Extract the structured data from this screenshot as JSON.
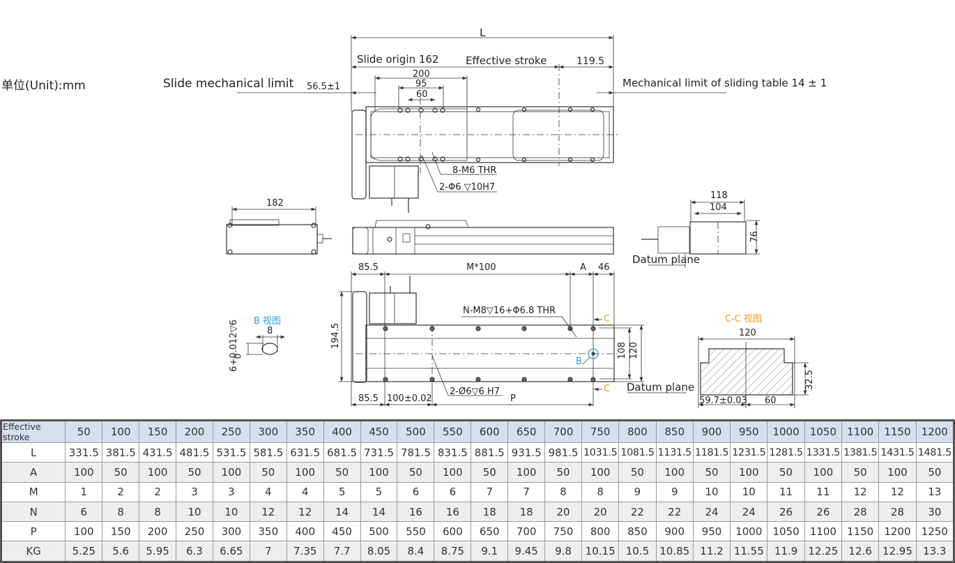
{
  "unit_label": "单位(Unit):mm",
  "top_view": {
    "dim_L": "L",
    "slide_origin": "Slide origin 162",
    "effective_stroke": "Effective stroke",
    "dim_right_end": "119.5",
    "slide_mechanical_limit": "Slide mechanical limit",
    "slide_mechanical_limit_value": "56.5±1",
    "mechanical_limit_table": "Mechanical limit of sliding table 14 ± 1",
    "dim_200": "200",
    "dim_95": "95",
    "dim_60": "60",
    "callout_threads": "8-M6 THR",
    "callout_pins": "2-Φ6 ▽10H7"
  },
  "end_view_left": {
    "dim_182": "182"
  },
  "end_view_right": {
    "dim_118": "118",
    "dim_104": "104",
    "dim_76": "76",
    "datum": "Datum plane"
  },
  "bottom_view": {
    "dim_85_5_top": "85.5",
    "dim_m100": "M*100",
    "dim_A": "A",
    "dim_46": "46",
    "dim_194_5": "194.5",
    "callout_mount": "N-M8▽16+Φ6.8 THR",
    "callout_pins": "2-Ø6▽6 H7",
    "dim_85_5_bottom": "85.5",
    "dim_100": "100±0.02",
    "dim_P": "P",
    "dim_108": "108",
    "dim_120": "120",
    "marker_B": "B",
    "marker_C_top": "C",
    "marker_C_bottom": "C",
    "datum": "Datum plane"
  },
  "b_view": {
    "title": "B 视图",
    "dim_8": "8",
    "tolerance": "6+0.012▽6",
    "tolerance_low": "0"
  },
  "cc_view": {
    "title": "C-C 视图",
    "dim_120": "120",
    "dim_59_7": "59.7±0.03",
    "dim_60": "60",
    "dim_32_5": "32.5"
  },
  "table": {
    "rows": [
      {
        "label": "Effective stroke",
        "values": [
          "50",
          "100",
          "150",
          "200",
          "250",
          "300",
          "350",
          "400",
          "450",
          "500",
          "550",
          "600",
          "650",
          "700",
          "750",
          "800",
          "850",
          "900",
          "950",
          "1000",
          "1050",
          "1100",
          "1150",
          "1200"
        ]
      },
      {
        "label": "L",
        "values": [
          "331.5",
          "381.5",
          "431.5",
          "481.5",
          "531.5",
          "581.5",
          "631.5",
          "681.5",
          "731.5",
          "781.5",
          "831.5",
          "881.5",
          "931.5",
          "981.5",
          "1031.5",
          "1081.5",
          "1131.5",
          "1181.5",
          "1231.5",
          "1281.5",
          "1331.5",
          "1381.5",
          "1431.5",
          "1481.5"
        ]
      },
      {
        "label": "A",
        "values": [
          "100",
          "50",
          "100",
          "50",
          "100",
          "50",
          "100",
          "50",
          "100",
          "50",
          "100",
          "50",
          "100",
          "50",
          "100",
          "50",
          "100",
          "50",
          "100",
          "50",
          "100",
          "50",
          "100",
          "50"
        ]
      },
      {
        "label": "M",
        "values": [
          "1",
          "2",
          "2",
          "3",
          "3",
          "4",
          "4",
          "5",
          "5",
          "6",
          "6",
          "7",
          "7",
          "8",
          "8",
          "9",
          "9",
          "10",
          "10",
          "11",
          "11",
          "12",
          "12",
          "13"
        ]
      },
      {
        "label": "N",
        "values": [
          "6",
          "8",
          "8",
          "10",
          "10",
          "12",
          "12",
          "14",
          "14",
          "16",
          "16",
          "18",
          "18",
          "20",
          "20",
          "22",
          "22",
          "24",
          "24",
          "26",
          "26",
          "28",
          "28",
          "30"
        ]
      },
      {
        "label": "P",
        "values": [
          "100",
          "150",
          "200",
          "250",
          "300",
          "350",
          "400",
          "450",
          "500",
          "550",
          "600",
          "650",
          "700",
          "750",
          "800",
          "850",
          "900",
          "950",
          "1000",
          "1050",
          "1100",
          "1150",
          "1200",
          "1250"
        ]
      },
      {
        "label": "KG",
        "values": [
          "5.25",
          "5.6",
          "5.95",
          "6.3",
          "6.65",
          "7",
          "7.35",
          "7.7",
          "8.05",
          "8.4",
          "8.75",
          "9.1",
          "9.45",
          "9.8",
          "10.15",
          "10.5",
          "10.85",
          "11.2",
          "11.55",
          "11.9",
          "12.25",
          "12.6",
          "12.95",
          "13.3"
        ]
      }
    ]
  }
}
